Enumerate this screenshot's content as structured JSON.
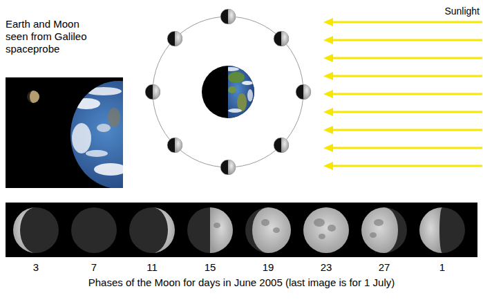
{
  "diagram": {
    "caption": "Phases of the Moon for days in June 2005 (last image is for 1 July)",
    "labels": [
      "Earth and Moon seen from Galileo spaceprobe",
      "Sunlight",
      "3",
      "7",
      "11",
      "15",
      "19",
      "23",
      "27",
      "1"
    ]
  }
}
